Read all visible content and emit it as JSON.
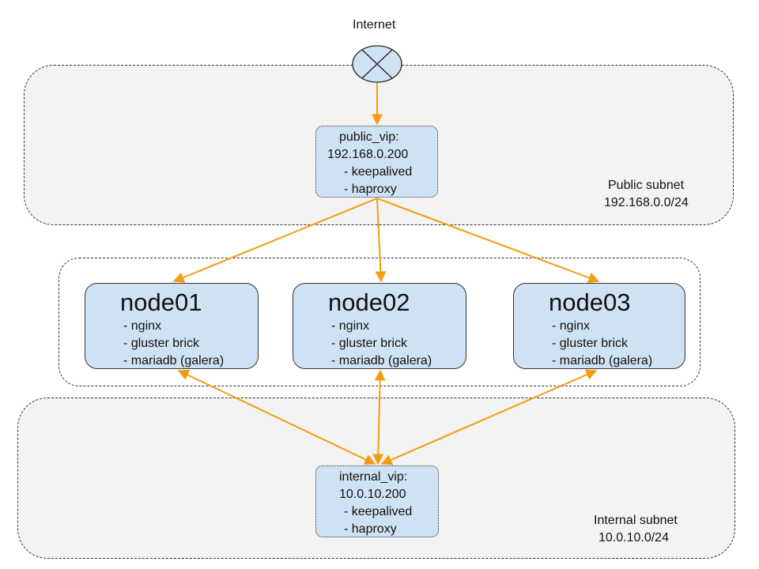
{
  "internet": {
    "label": "Internet",
    "icon": "internet-router-icon"
  },
  "public_subnet": {
    "name": "Public subnet",
    "cidr": "192.168.0.0/24"
  },
  "internal_subnet": {
    "name": "Internal subnet",
    "cidr": "10.0.10.0/24"
  },
  "public_vip": {
    "title": "public_vip:",
    "ip": "192.168.0.200",
    "services": [
      "- keepalived",
      "- haproxy"
    ]
  },
  "internal_vip": {
    "title": "internal_vip:",
    "ip": "10.0.10.200",
    "services": [
      "- keepalived",
      "- haproxy"
    ]
  },
  "nodes": [
    {
      "name": "node01",
      "services": [
        "- nginx",
        "- gluster brick",
        "- mariadb (galera)"
      ]
    },
    {
      "name": "node02",
      "services": [
        "- nginx",
        "- gluster brick",
        "- mariadb (galera)"
      ]
    },
    {
      "name": "node03",
      "services": [
        "- nginx",
        "- gluster brick",
        "- mariadb (galera)"
      ]
    }
  ],
  "colors": {
    "arrow": "#f39c12",
    "box_fill": "#cfe2f3",
    "subnet_fill": "#f3f3f3"
  }
}
